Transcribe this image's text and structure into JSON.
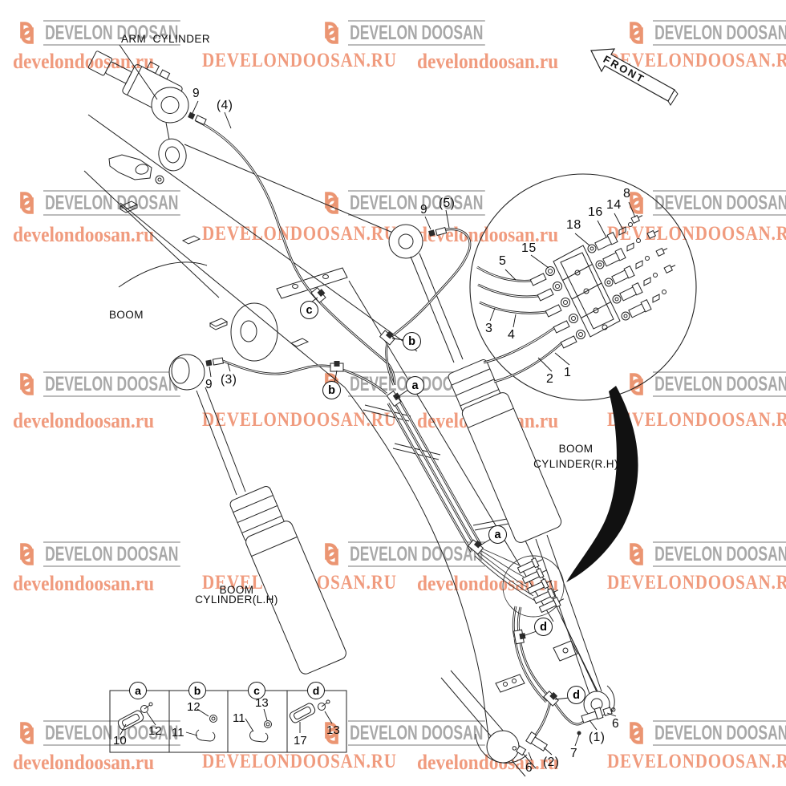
{
  "watermark": {
    "brand": "DEVELON DOOSAN",
    "site_lower": "develondoosan.ru",
    "site_upper": "DEVELONDOOSAN.RU"
  },
  "front": {
    "label": "FRONT"
  },
  "sections": {
    "arm_cylinder": "ARM  CYLINDER",
    "boom": "BOOM",
    "boom_cyl_rh_line1": "BOOM",
    "boom_cyl_rh_line2": "CYLINDER(R.H)",
    "boom_cyl_lh_line1": "BOOM",
    "boom_cyl_lh_line2": "CYLINDER(L.H)"
  },
  "callouts": {
    "main": [
      {
        "text": "9"
      },
      {
        "text": "(4)"
      },
      {
        "text": "9"
      },
      {
        "text": "(5)"
      },
      {
        "text": "9"
      },
      {
        "text": "(3)"
      },
      {
        "text": "6"
      },
      {
        "text": "(1)"
      },
      {
        "text": "7"
      },
      {
        "text": "(2)"
      },
      {
        "text": "6"
      }
    ],
    "detail": [
      {
        "text": "5"
      },
      {
        "text": "15"
      },
      {
        "text": "18"
      },
      {
        "text": "16"
      },
      {
        "text": "14"
      },
      {
        "text": "8"
      },
      {
        "text": "3"
      },
      {
        "text": "4"
      },
      {
        "text": "2"
      },
      {
        "text": "1"
      }
    ],
    "clamps": [
      {
        "letter": "c"
      },
      {
        "letter": "b"
      },
      {
        "letter": "b"
      },
      {
        "letter": "a"
      },
      {
        "letter": "a"
      },
      {
        "letter": "d"
      },
      {
        "letter": "d"
      }
    ]
  },
  "legend": {
    "cells": [
      {
        "letter": "a",
        "parts": [
          {
            "num": "10"
          },
          {
            "num": "12"
          }
        ]
      },
      {
        "letter": "b",
        "parts": [
          {
            "num": "12"
          },
          {
            "num": "11"
          }
        ]
      },
      {
        "letter": "c",
        "parts": [
          {
            "num": "13"
          },
          {
            "num": "11"
          }
        ]
      },
      {
        "letter": "d",
        "parts": [
          {
            "num": "17"
          },
          {
            "num": "13"
          }
        ]
      }
    ]
  },
  "colors": {
    "watermark_orange": "#e9875f",
    "watermark_salmon_text": "#ef8e6d",
    "watermark_gray_text": "#9d9d9d",
    "line_art": "#222222",
    "swoosh_black": "#111111"
  }
}
